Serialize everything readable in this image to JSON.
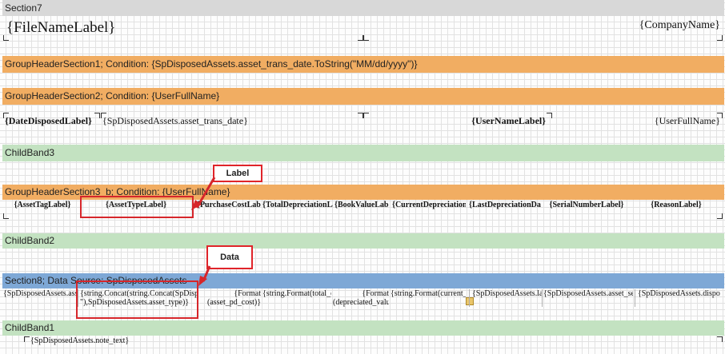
{
  "sections": {
    "section7": "Section7",
    "group_header1": "GroupHeaderSection1; Condition: {SpDisposedAssets.asset_trans_date.ToString(\"MM/dd/yyyy\")}",
    "group_header2": "GroupHeaderSection2; Condition: {UserFullName}",
    "childband3": "ChildBand3",
    "group_header3b": "GroupHeaderSection3_b; Condition: {UserFullName}",
    "childband2": "ChildBand2",
    "section8": "Section8; Data Source: SpDisposedAssets",
    "childband1": "ChildBand1"
  },
  "report_header": {
    "file_name_label": "{FileNameLabel}",
    "company_name": "{CompanyName}"
  },
  "group2_row": {
    "date_disposed_label": "{DateDisposedLabel}",
    "asset_trans_date": "{SpDisposedAssets.asset_trans_date}",
    "user_name_label": "{UserNameLabel}",
    "user_full_name": "{UserFullName}"
  },
  "column_headers": [
    "{AssetTagLabel}",
    "{AssetTypeLabel}",
    "{PurchaseCostLabel}",
    "{TotalDepreciationLabel}",
    "{BookValueLabel}",
    "{CurrentDepreciationNameLabel}",
    "{LastDepreciationDateLabel}",
    "{SerialNumberLabel}",
    "{ReasonLabel}"
  ],
  "data_cells": [
    "{SpDisposedAssets.asset_tag}",
    "{string.Concat(string.Concat(SpDisposedAssets.asset_type_number,\"-\"),SpDisposedAssets.asset_type)}",
    "{Format (asset_pd_cost)}",
    "{string.Format(total_depreciation)}",
    "{Format (depreciated_value)}",
    "{string.Format(current_depreciation)}",
    "{SpDisposedAssets.last_depreciation_date}",
    "{SpDisposedAssets.asset_serial_number}",
    "{SpDisposedAssets.dispose_reason_code}"
  ],
  "note_text": "{SpDisposedAssets.note_text}",
  "callouts": {
    "label": "Label",
    "data": "Data"
  },
  "colors": {
    "grey_band": "#d8d8d8",
    "orange_band": "#f1ad62",
    "green_band": "#c3e2c1",
    "blue_band": "#7ea8d6",
    "callout_red": "#e0242a"
  }
}
